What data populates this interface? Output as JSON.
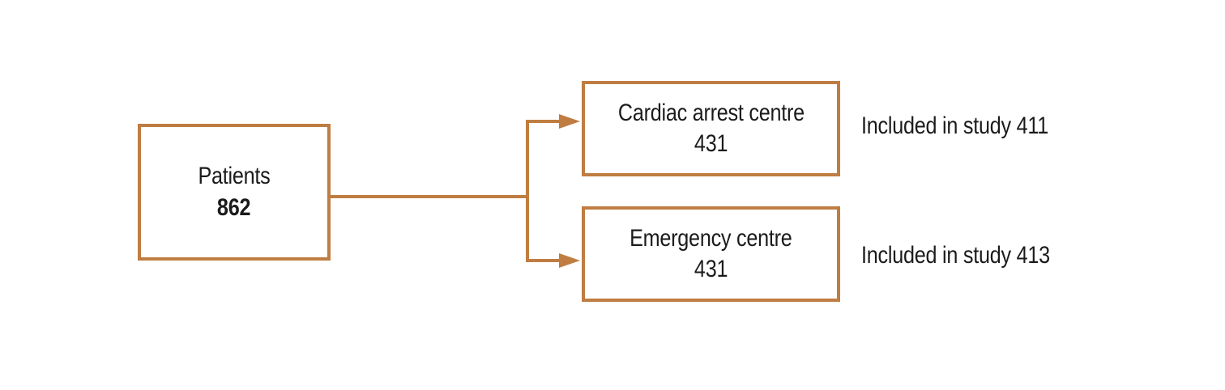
{
  "colors": {
    "line": "#BF7D42",
    "text": "#1b1b1b",
    "bg": "#ffffff"
  },
  "diagram": {
    "type": "flowchart",
    "nodes": {
      "patients": {
        "label": "Patients",
        "value": "862"
      },
      "cardiac": {
        "label": "Cardiac arrest centre",
        "value": "431"
      },
      "emergency": {
        "label": "Emergency centre",
        "value": "431"
      }
    },
    "annotations": {
      "cardiac": "Included in study 411",
      "emergency": "Included in study 413"
    },
    "edges": [
      {
        "from": "patients",
        "to": "cardiac"
      },
      {
        "from": "patients",
        "to": "emergency"
      }
    ]
  }
}
